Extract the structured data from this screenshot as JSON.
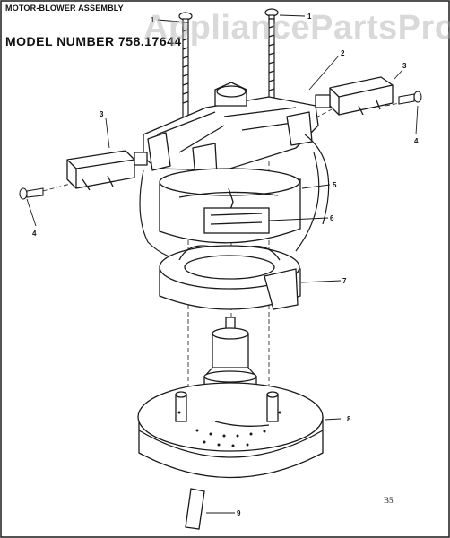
{
  "header": {
    "assembly_title": "MOTOR-BLOWER ASSEMBLY",
    "model_label": "MODEL NUMBER 758.17644"
  },
  "watermark": "AppliancePartsPros.com",
  "page_code": "B5",
  "callouts": [
    "1",
    "1",
    "2",
    "3",
    "3",
    "4",
    "4",
    "5",
    "6",
    "7",
    "8",
    "9"
  ],
  "colors": {
    "ink": "#1a1a1a",
    "paper": "#ffffff",
    "watermark": "#aaaaaa"
  }
}
